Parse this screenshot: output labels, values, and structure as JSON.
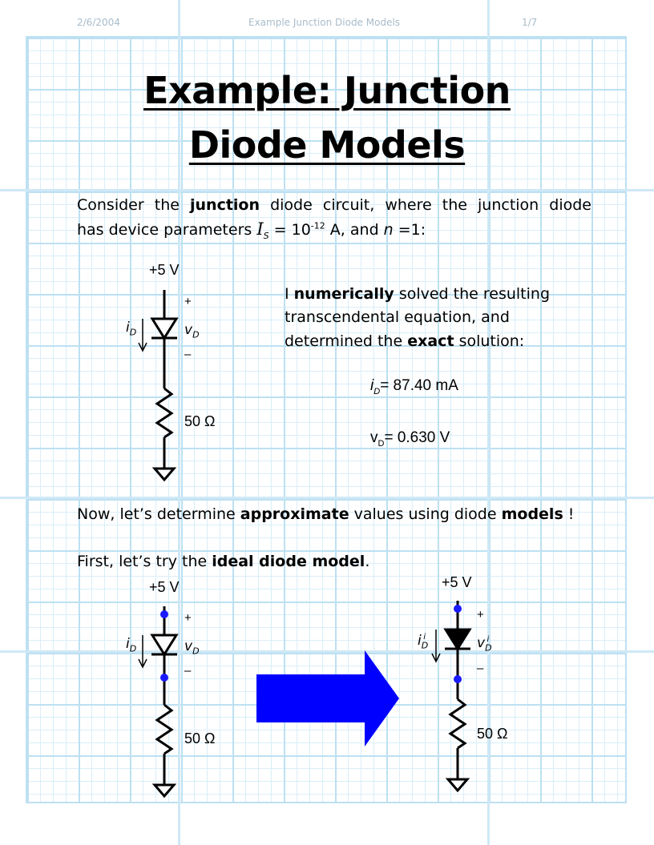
{
  "header": {
    "date": "2/6/2004",
    "doc_title": "Example Junction Diode Models",
    "page": "1/7"
  },
  "title": {
    "line1": "Example: Junction",
    "line2": "Diode Models"
  },
  "intro": {
    "line1_a": "Consider the ",
    "line1_b": "junction",
    "line1_c": " diode circuit, where the junction diode",
    "line2_a": "has device parameters ",
    "is_symbol": "I",
    "is_sub": "S",
    "line2_b": " = 10",
    "exp": "-12",
    "line2_c": " A, and ",
    "n_symbol": "n",
    "line2_d": " =1:"
  },
  "circuit1": {
    "supply": "+5 V",
    "plus": "+",
    "minus": "–",
    "i_label": "i",
    "i_sub": "D",
    "v_label": "v",
    "v_sub": "D",
    "resistor": "50 Ω"
  },
  "solution": {
    "line1_a": "I ",
    "line1_b": "numerically",
    "line1_c": " solved the resulting",
    "line2": "transcendental equation, and",
    "line3_a": "determined the ",
    "line3_b": "exact",
    "line3_c": " solution:",
    "id_label": "i",
    "id_sub": "D",
    "id_value": "= 87.40 mA",
    "vd_label": "v",
    "vd_sub": "D",
    "vd_value": "= 0.630 V"
  },
  "now_line": {
    "a": "Now, let’s determine ",
    "b": "approximate",
    "c": " values using diode ",
    "d": "models",
    "e": " !"
  },
  "first_line": {
    "a": "First, let’s try the ",
    "b": "ideal diode model",
    "c": "."
  },
  "circuit2": {
    "supply": "+5 V",
    "plus": "+",
    "minus": "–",
    "i_label": "i",
    "i_sub": "D",
    "v_label": "v",
    "v_sub": "D",
    "resistor": "50 Ω"
  },
  "circuit3": {
    "supply": "+5 V",
    "plus": "+",
    "minus": "–",
    "i_label": "i",
    "i_sub": "D",
    "i_sup": "i",
    "v_label": "v",
    "v_sub": "D",
    "v_sup": "i",
    "resistor": "50 Ω"
  },
  "colors": {
    "node_dot": "#1a1aff",
    "big_arrow": "#0000ff",
    "grid_major": "#bde0f2",
    "grid_minor": "#d9eef9",
    "header": "#a8bccb"
  }
}
